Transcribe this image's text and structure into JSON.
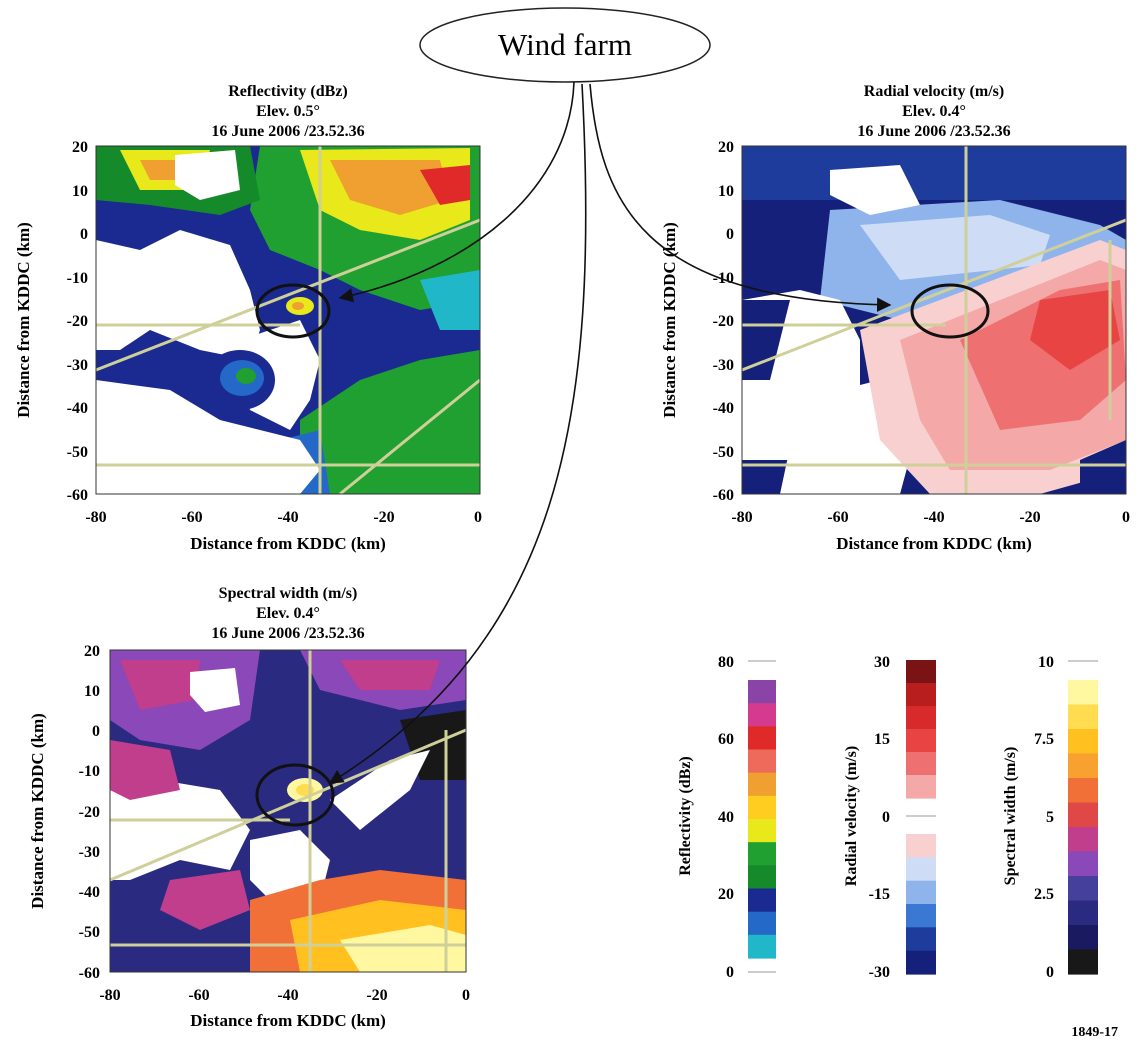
{
  "callout": {
    "label": "Wind farm"
  },
  "panels": [
    {
      "id": "reflectivity",
      "title_lines": [
        "Reflectivity (dBz)",
        "Elev. 0.5°",
        "16 June 2006 /23.52.36"
      ],
      "xlabel": "Distance from KDDC (km)",
      "ylabel": "Distance from KDDC (km)",
      "xticks": [
        "-80",
        "-60",
        "-40",
        "-20",
        "0"
      ],
      "yticks": [
        "20",
        "10",
        "0",
        "-10",
        "-20",
        "-30",
        "-40",
        "-50",
        "-60"
      ]
    },
    {
      "id": "radial-velocity",
      "title_lines": [
        "Radial velocity (m/s)",
        "Elev. 0.4°",
        "16 June 2006 /23.52.36"
      ],
      "xlabel": "Distance from KDDC (km)",
      "ylabel": "Distance from KDDC (km)",
      "xticks": [
        "-80",
        "-60",
        "-40",
        "-20",
        "0"
      ],
      "yticks": [
        "20",
        "10",
        "0",
        "-10",
        "-20",
        "-30",
        "-40",
        "-50",
        "-60"
      ]
    },
    {
      "id": "spectral-width",
      "title_lines": [
        "Spectral width (m/s)",
        "Elev. 0.4°",
        "16 June 2006 /23.52.36"
      ],
      "xlabel": "Distance from KDDC (km)",
      "ylabel": "Distance from KDDC (km)",
      "xticks": [
        "-80",
        "-60",
        "-40",
        "-20",
        "0"
      ],
      "yticks": [
        "20",
        "10",
        "0",
        "-10",
        "-20",
        "-30",
        "-40",
        "-50",
        "-60"
      ]
    }
  ],
  "colorbars": [
    {
      "id": "reflectivity",
      "label": "Reflectivity (dBz)",
      "ticks": [
        "80",
        "60",
        "40",
        "20",
        "0"
      ],
      "colors": [
        "#8a44a8",
        "#d43a8e",
        "#e02a2a",
        "#ee6a5a",
        "#f0a030",
        "#ffcc20",
        "#e8e81a",
        "#20a030",
        "#148a2a",
        "#1a2a90",
        "#2468c8",
        "#20b8c8"
      ]
    },
    {
      "id": "radial-velocity",
      "label": "Radial velocity (m/s)",
      "ticks": [
        "30",
        "15",
        "0",
        "-15",
        "-30"
      ],
      "colors": [
        "#7a1414",
        "#b81e1e",
        "#d82a2a",
        "#e84444",
        "#ee7070",
        "#f4a8a8",
        "#f8d0d0",
        "#cfdcf6",
        "#8fb4ec",
        "#3a78d4",
        "#1e3c9c",
        "#14207a"
      ]
    },
    {
      "id": "spectral-width",
      "label": "Spectral width (m/s)",
      "ticks": [
        "10",
        "7.5",
        "5",
        "2.5",
        "0"
      ],
      "colors": [
        "#fff8a0",
        "#ffdc50",
        "#ffc020",
        "#f8a030",
        "#f07038",
        "#e04848",
        "#c03e8c",
        "#8a48b8",
        "#44409c",
        "#2a2a80",
        "#1a1a60",
        "#181818"
      ]
    }
  ],
  "figure_id": "1849-17",
  "colors": {
    "road": "#cfcf9a",
    "ring": "#111111"
  }
}
